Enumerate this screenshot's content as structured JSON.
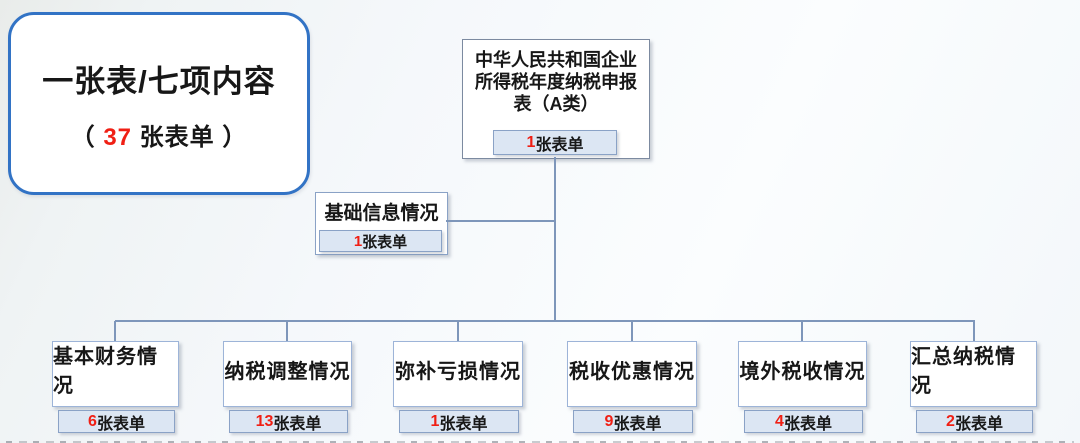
{
  "callout": {
    "title": "一张表/七项内容",
    "sub_open": "（ ",
    "sub_count": "37",
    "sub_rest": " 张表单 ）"
  },
  "root": {
    "line1": "中华人民共和国企业",
    "line2": "所得税年度纳税申报",
    "line3": "表（A类）",
    "badge_count": "1",
    "badge_unit": "张表单"
  },
  "basic_info": {
    "label": "基础信息情况",
    "badge_count": "1",
    "badge_unit": "张表单"
  },
  "children": [
    {
      "label": "基本财务情况",
      "count": "6",
      "unit": "张表单"
    },
    {
      "label": "纳税调整情况",
      "count": "13",
      "unit": "张表单"
    },
    {
      "label": "弥补亏损情况",
      "count": "1",
      "unit": "张表单"
    },
    {
      "label": "税收优惠情况",
      "count": "9",
      "unit": "张表单"
    },
    {
      "label": "境外税收情况",
      "count": "4",
      "unit": "张表单"
    },
    {
      "label": "汇总纳税情况",
      "count": "2",
      "unit": "张表单"
    }
  ],
  "colors": {
    "callout-border": "#3273c5",
    "red": "#f01f14",
    "line": "#7e96ba",
    "badge-bg": "#dce6f3",
    "badge-border": "#8aa2c6",
    "box-border": "#9db4d8",
    "root-border": "#7c8aa0"
  }
}
